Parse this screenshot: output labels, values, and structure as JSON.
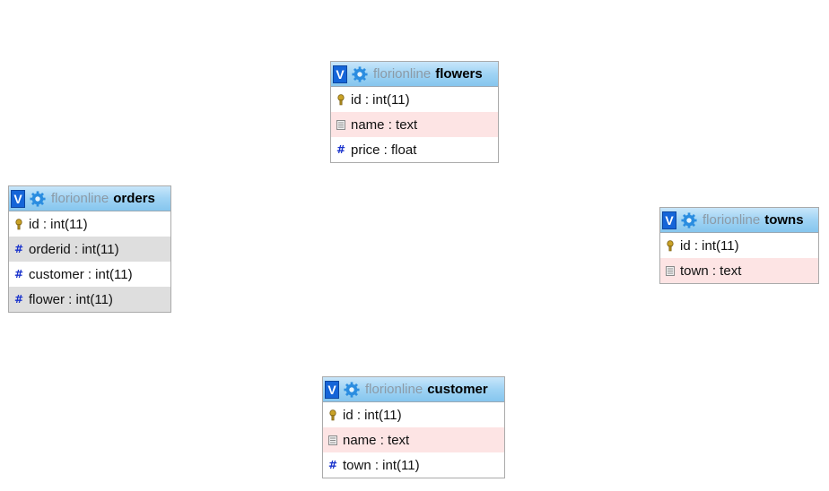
{
  "diagram": {
    "tables": [
      {
        "id": "flowers",
        "toggle": "V",
        "database": "florionline",
        "name": "flowers",
        "columns": [
          {
            "label": "id : int(11)",
            "kind": "key"
          },
          {
            "label": "name : text",
            "kind": "text"
          },
          {
            "label": "price : float",
            "kind": "number"
          }
        ]
      },
      {
        "id": "orders",
        "toggle": "V",
        "database": "florionline",
        "name": "orders",
        "columns": [
          {
            "label": "id : int(11)",
            "kind": "key"
          },
          {
            "label": "orderid : int(11)",
            "kind": "number"
          },
          {
            "label": "customer : int(11)",
            "kind": "number"
          },
          {
            "label": "flower : int(11)",
            "kind": "number"
          }
        ]
      },
      {
        "id": "towns",
        "toggle": "V",
        "database": "florionline",
        "name": "towns",
        "columns": [
          {
            "label": "id : int(11)",
            "kind": "key"
          },
          {
            "label": "town : text",
            "kind": "text"
          }
        ]
      },
      {
        "id": "customer",
        "toggle": "V",
        "database": "florionline",
        "name": "customer",
        "columns": [
          {
            "label": "id : int(11)",
            "kind": "key"
          },
          {
            "label": "name : text",
            "kind": "text"
          },
          {
            "label": "town : int(11)",
            "kind": "number"
          }
        ]
      }
    ]
  },
  "icons": {
    "toggle": "toggle-visibility-icon",
    "options": "gear-icon",
    "key": "primary-key-icon",
    "text": "text-column-icon",
    "number": "numeric-column-icon"
  },
  "colors": {
    "header_top": "#c8e6fa",
    "header_bottom": "#86c6ee",
    "toggle_bg": "#1565d8",
    "text_row": "#fde4e4",
    "highlight_row": "#dedede",
    "hash": "#1a33cc"
  }
}
